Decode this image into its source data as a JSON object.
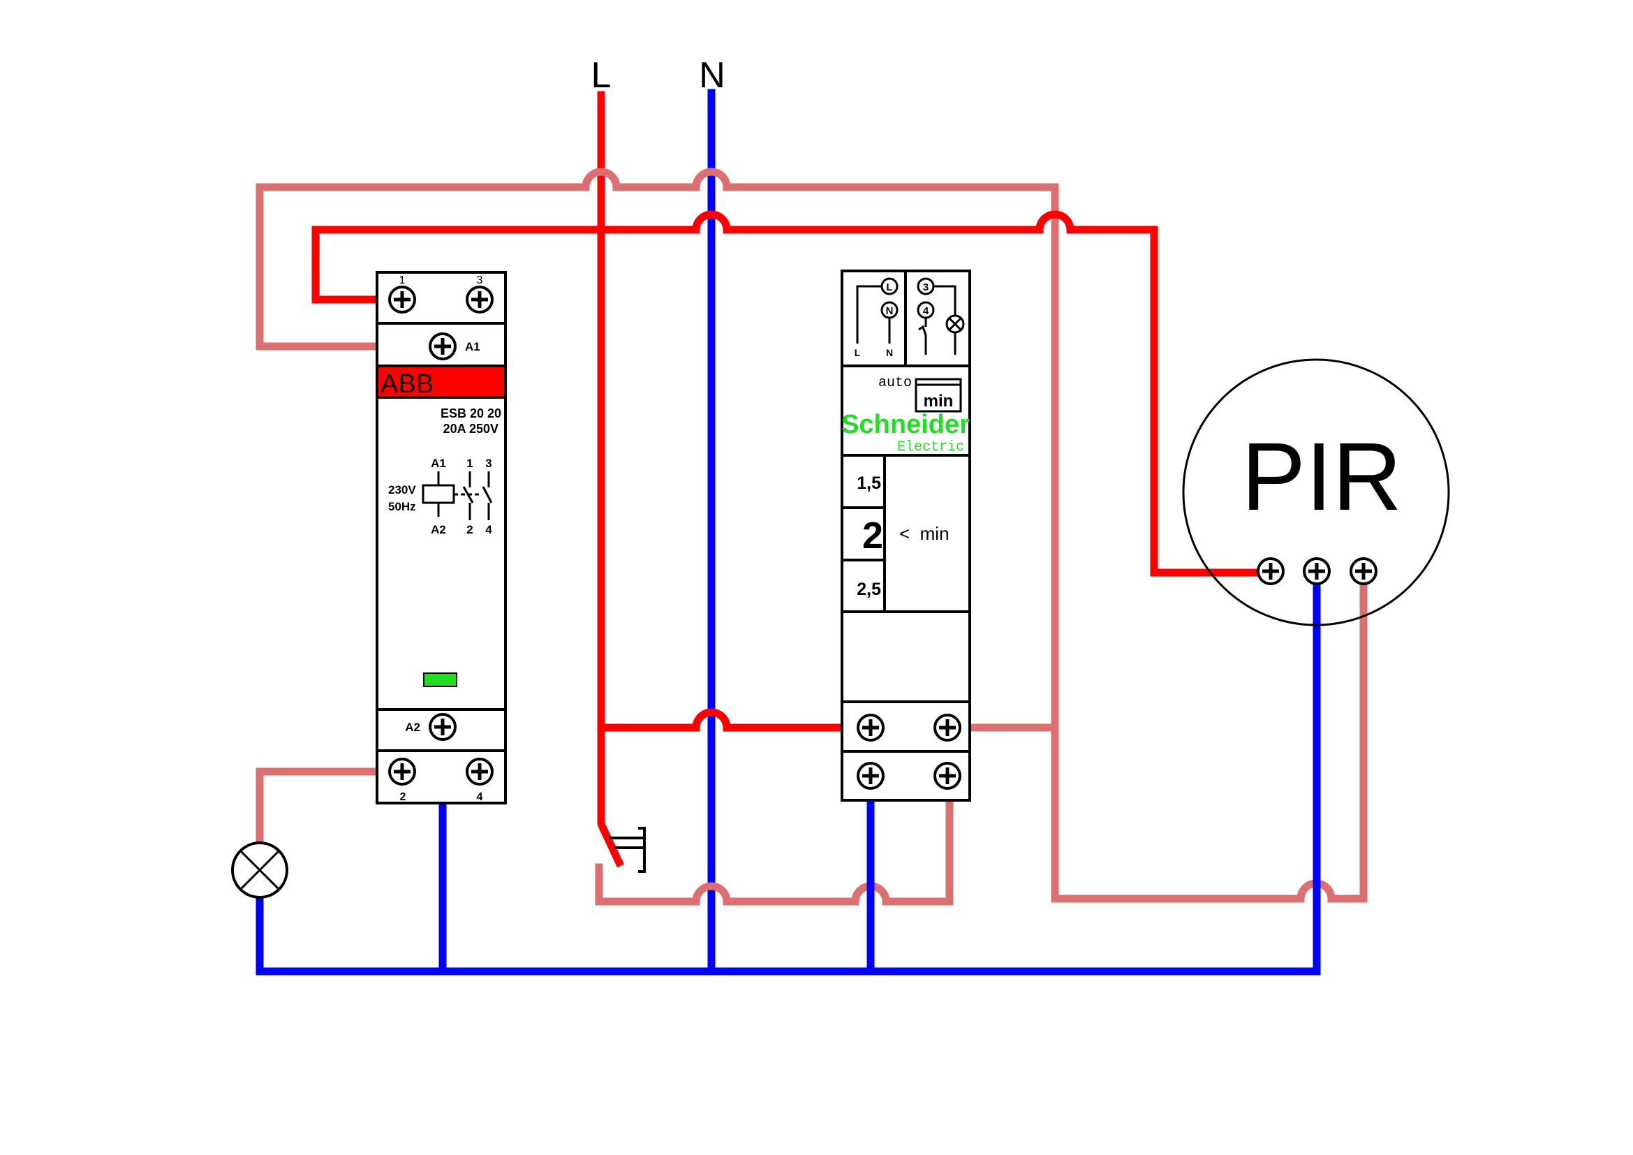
{
  "supply": {
    "line_label": "L",
    "neutral_label": "N"
  },
  "colors": {
    "live": "#ff0000",
    "neutral": "#0000ff",
    "switched": "#dc7070",
    "brand_abb": "#ff0000",
    "brand_schneider": "#22dd22",
    "indicator": "#22dd22"
  },
  "contactor": {
    "brand": "ABB",
    "model": "ESB 20 20",
    "rating": "20A 250V",
    "coil_voltage": "230V",
    "coil_frequency": "50Hz",
    "terminals": {
      "t1": "1",
      "t3": "3",
      "a1": "A1",
      "a2": "A2",
      "t2": "2",
      "t4": "4"
    },
    "schematic": {
      "coil_top": "A1",
      "coil_bottom": "A2",
      "contact1_top": "1",
      "contact1_bottom": "2",
      "contact2_top": "3",
      "contact2_bottom": "4"
    }
  },
  "timer": {
    "brand": "Schneider",
    "brand_sub": "Electric",
    "schematic": {
      "l_term": "L",
      "n_term": "N",
      "l_label": "L",
      "n_label": "N",
      "t3": "3",
      "t4": "4"
    },
    "mode_label": "auto",
    "unit_box": "min",
    "dial": {
      "values": [
        "1,5",
        "2",
        "2,5"
      ],
      "selected": "2",
      "suffix": "<  min"
    }
  },
  "pir": {
    "label": "PIR"
  },
  "lamp": {
    "symbol": "lamp"
  },
  "pushbutton": {
    "symbol": "pushbutton-switch"
  }
}
